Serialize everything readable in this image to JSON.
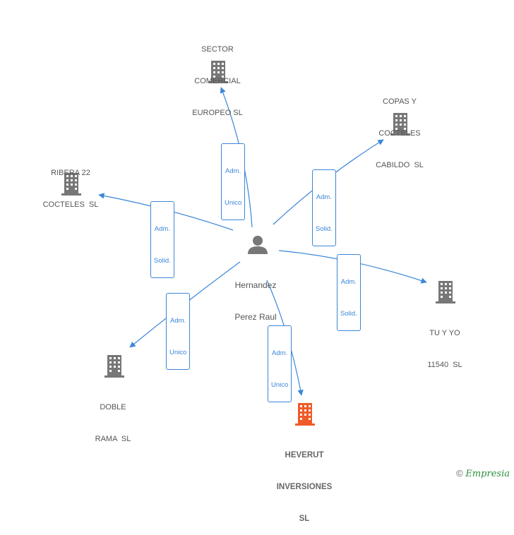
{
  "colors": {
    "edge": "#3b86d8",
    "building": "#777777",
    "focus": "#f05a28",
    "person": "#777777"
  },
  "center": {
    "name_line1": "Hernandez",
    "name_line2": "Perez Raul",
    "icon": "person-icon"
  },
  "nodes": [
    {
      "id": "sector",
      "line1": "SECTOR",
      "line2": "COMERCIAL",
      "line3": "EUROPEO SL",
      "edge_line1": "Adm.",
      "edge_line2": "Unico"
    },
    {
      "id": "copas",
      "line1": "COPAS Y",
      "line2": "COCTELES",
      "line3": "CABILDO  SL",
      "edge_line1": "Adm.",
      "edge_line2": "Solid."
    },
    {
      "id": "ribera",
      "line1": "RIBERA 22",
      "line2": "COCTELES  SL",
      "line3": "",
      "edge_line1": "Adm.",
      "edge_line2": "Solid."
    },
    {
      "id": "tuyyo",
      "line1": "TU Y YO",
      "line2": "11540  SL",
      "line3": "",
      "edge_line1": "Adm.",
      "edge_line2": "Solid."
    },
    {
      "id": "doble",
      "line1": "DOBLE",
      "line2": "RAMA  SL",
      "line3": "",
      "edge_line1": "Adm.",
      "edge_line2": "Unico"
    },
    {
      "id": "heverut",
      "line1": "HEVERUT",
      "line2": "INVERSIONES",
      "line3": "SL",
      "edge_line1": "Adm.",
      "edge_line2": "Unico"
    }
  ],
  "watermark": {
    "copyright": "©",
    "brand": "Empresia"
  }
}
